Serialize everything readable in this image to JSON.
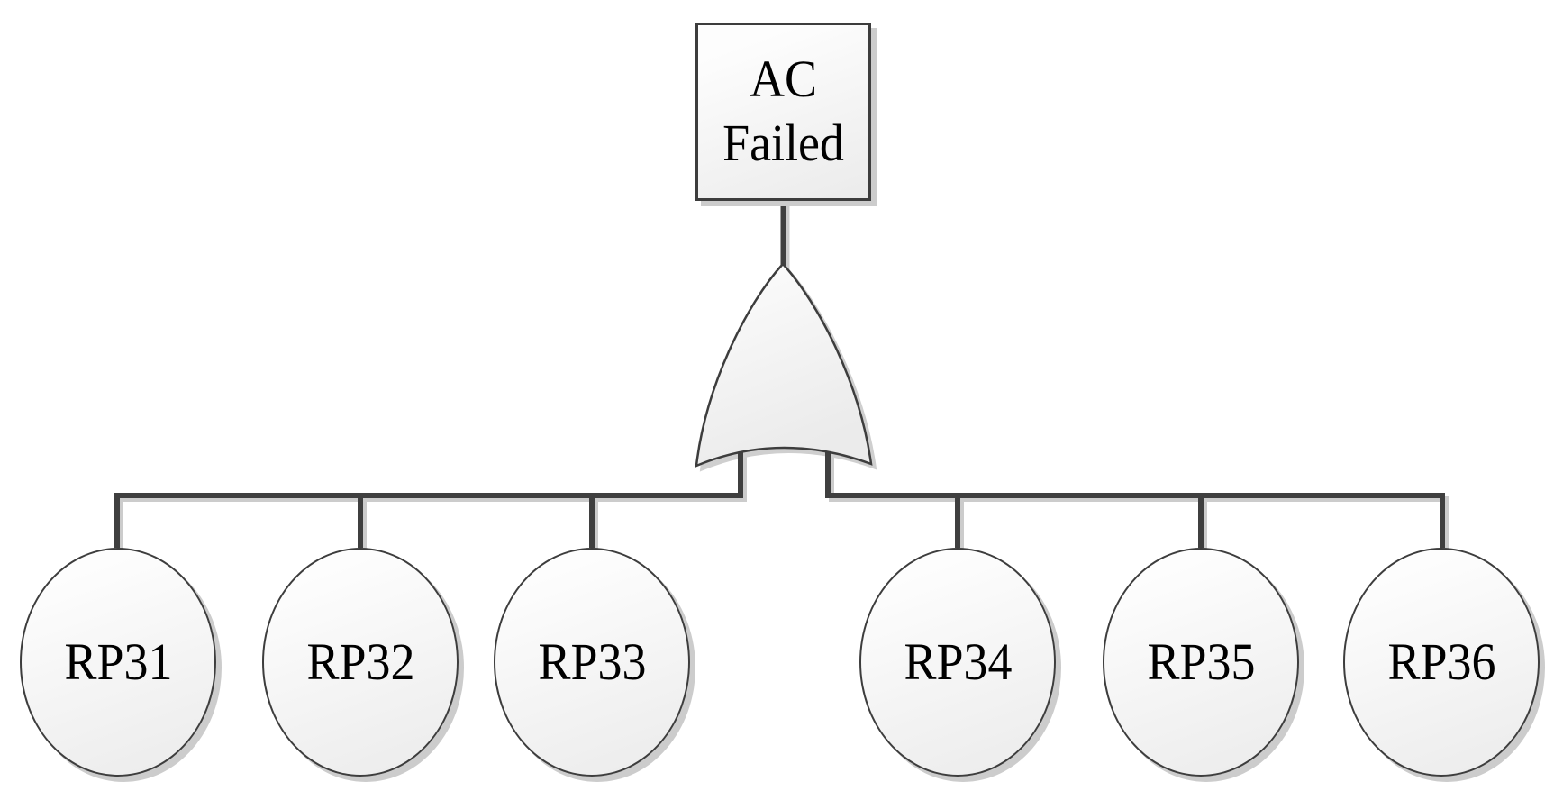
{
  "diagram": {
    "top_event": {
      "label": "AC Failed",
      "label_lines": [
        "AC",
        "Failed"
      ]
    },
    "gate": {
      "icon": "or-gate-icon"
    },
    "basic_events": [
      {
        "label": "RP31"
      },
      {
        "label": "RP32"
      },
      {
        "label": "RP33"
      },
      {
        "label": "RP34"
      },
      {
        "label": "RP35"
      },
      {
        "label": "RP36"
      }
    ],
    "colors": {
      "background": "#ffffff",
      "connector": "#3f3f3f",
      "shape_stroke": "#3d3d3d",
      "shadow": "#cccccc",
      "fill_top": "#fdfdfd",
      "fill_bottom": "#ebebeb",
      "text": "#000000"
    }
  }
}
